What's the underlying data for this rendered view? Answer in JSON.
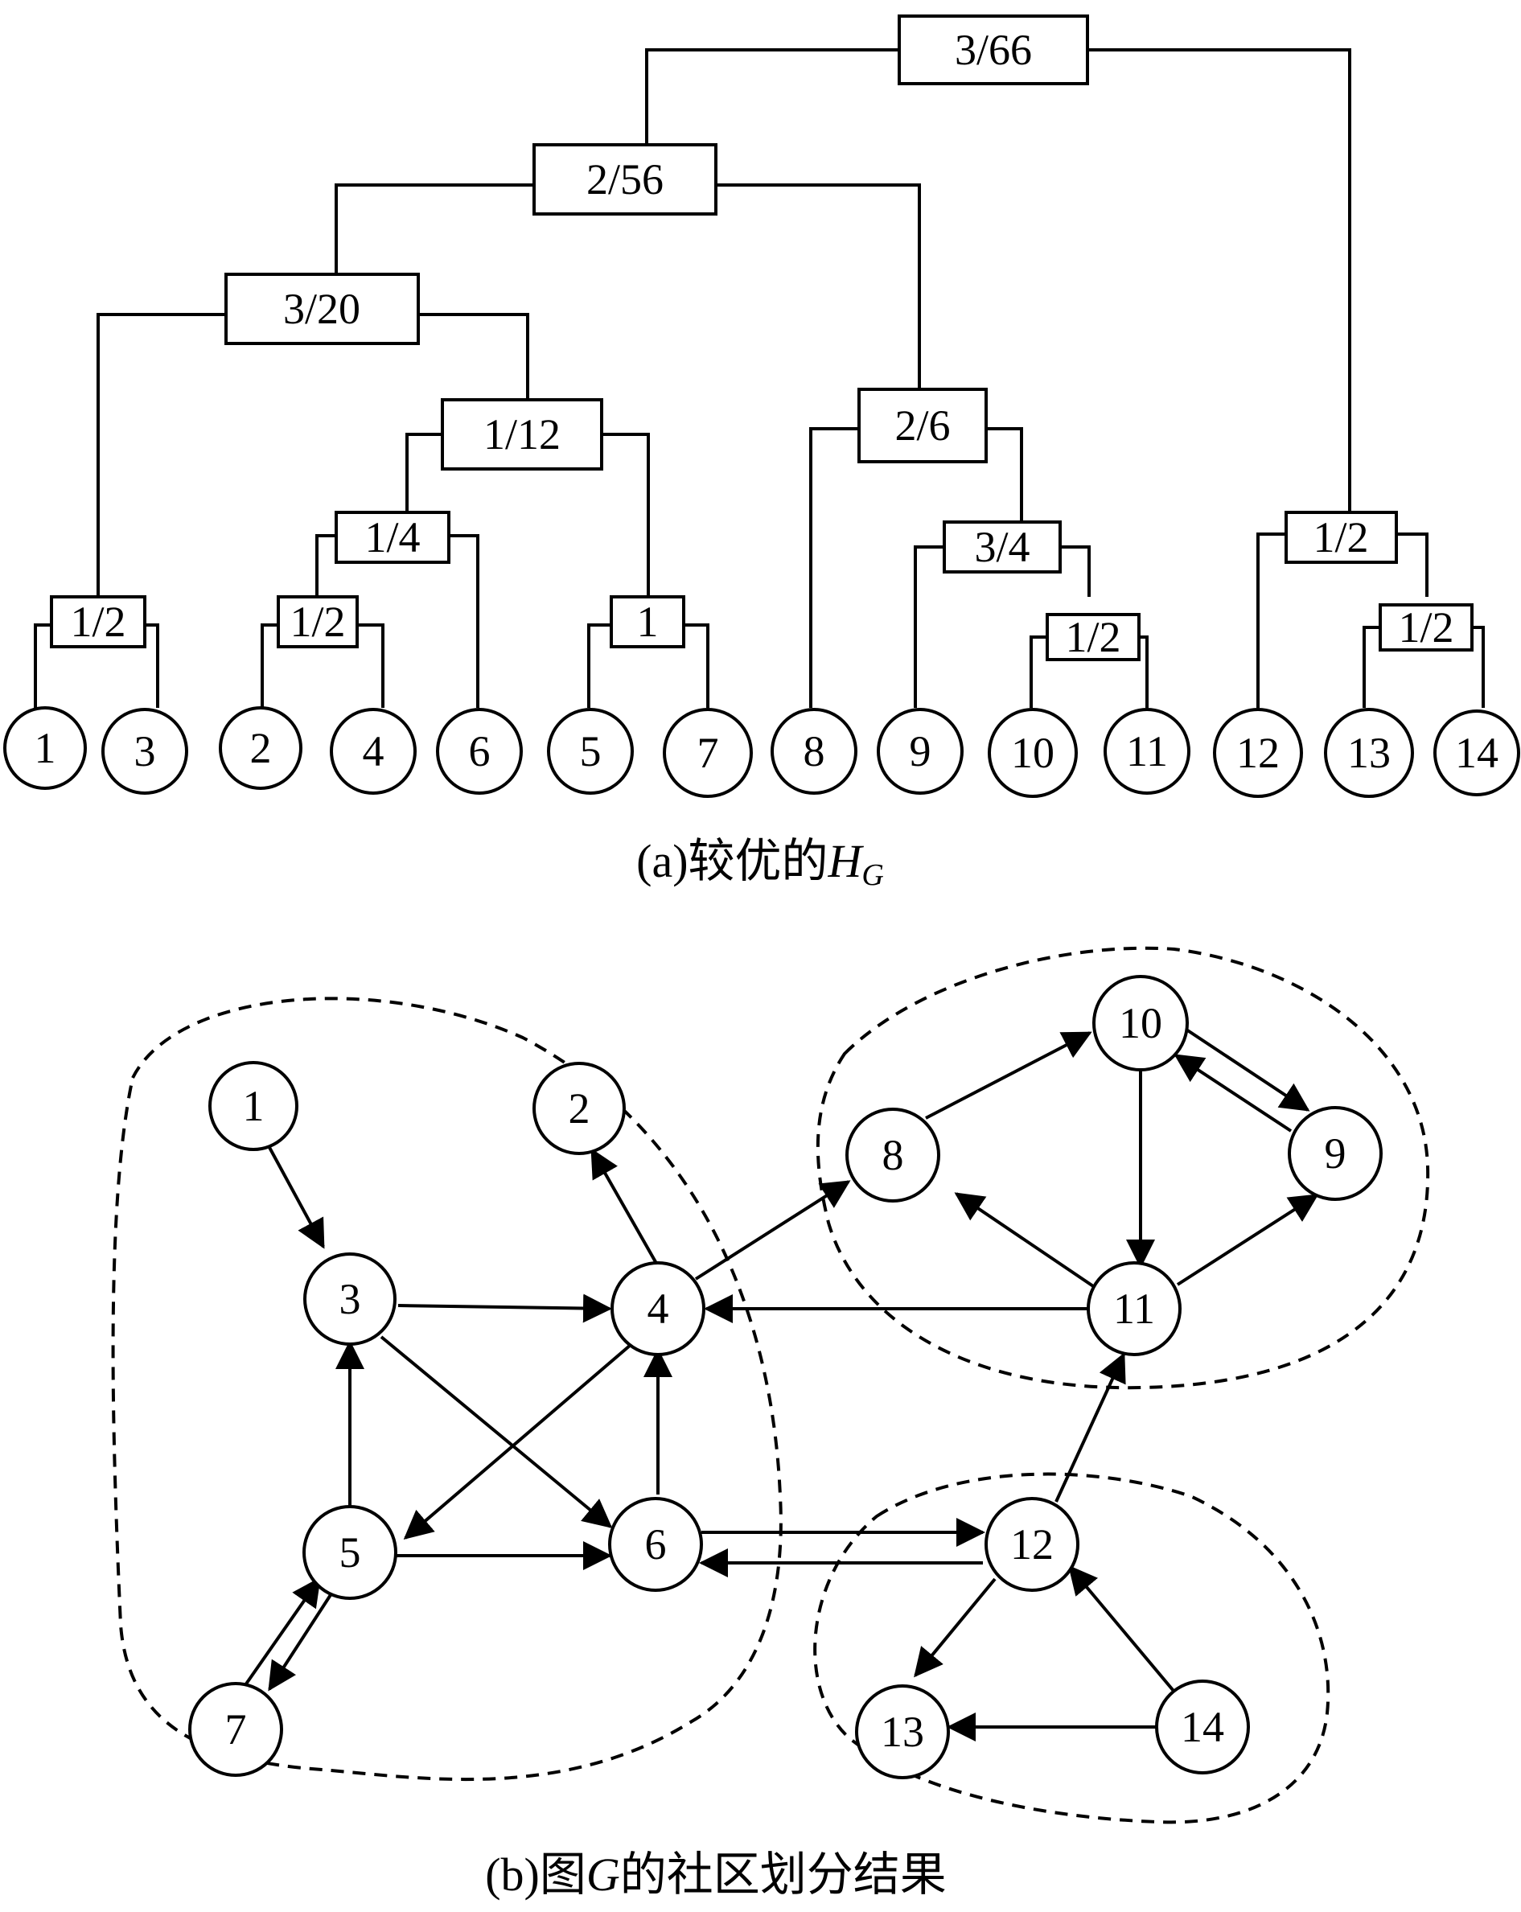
{
  "tree": {
    "internal": [
      {
        "id": "root",
        "label": "3/66"
      },
      {
        "id": "a",
        "label": "2/56"
      },
      {
        "id": "b",
        "label": "3/20"
      },
      {
        "id": "c",
        "label": "1/12"
      },
      {
        "id": "d",
        "label": "1/4"
      },
      {
        "id": "e",
        "label": "1/2"
      },
      {
        "id": "f",
        "label": "1/2"
      },
      {
        "id": "g",
        "label": "1"
      },
      {
        "id": "h",
        "label": "2/6"
      },
      {
        "id": "i",
        "label": "3/4"
      },
      {
        "id": "j",
        "label": "1/2"
      },
      {
        "id": "k",
        "label": "1/2"
      },
      {
        "id": "l",
        "label": "1/2"
      }
    ],
    "leaves": [
      "1",
      "3",
      "2",
      "4",
      "6",
      "5",
      "7",
      "8",
      "9",
      "10",
      "11",
      "12",
      "13",
      "14"
    ],
    "caption_prefix": "(a)较优的",
    "caption_var": "H",
    "caption_sub": "G"
  },
  "graph": {
    "nodes": [
      "1",
      "2",
      "3",
      "4",
      "5",
      "6",
      "7",
      "8",
      "9",
      "10",
      "11",
      "12",
      "13",
      "14"
    ],
    "edges": [
      [
        "1",
        "3"
      ],
      [
        "3",
        "4"
      ],
      [
        "3",
        "6"
      ],
      [
        "4",
        "2"
      ],
      [
        "4",
        "8"
      ],
      [
        "4",
        "5"
      ],
      [
        "5",
        "3"
      ],
      [
        "5",
        "6"
      ],
      [
        "5",
        "7"
      ],
      [
        "7",
        "5"
      ],
      [
        "6",
        "4"
      ],
      [
        "6",
        "12"
      ],
      [
        "12",
        "6"
      ],
      [
        "8",
        "10"
      ],
      [
        "10",
        "9"
      ],
      [
        "9",
        "10"
      ],
      [
        "10",
        "11"
      ],
      [
        "11",
        "8"
      ],
      [
        "11",
        "9"
      ],
      [
        "11",
        "4"
      ],
      [
        "12",
        "11"
      ],
      [
        "12",
        "13"
      ],
      [
        "14",
        "12"
      ],
      [
        "14",
        "13"
      ]
    ],
    "communities": [
      [
        "1",
        "2",
        "3",
        "4",
        "5",
        "6",
        "7"
      ],
      [
        "8",
        "9",
        "10",
        "11"
      ],
      [
        "12",
        "13",
        "14"
      ]
    ],
    "caption_prefix": "(b)图",
    "caption_var": "G",
    "caption_suffix": "的社区划分结果"
  }
}
